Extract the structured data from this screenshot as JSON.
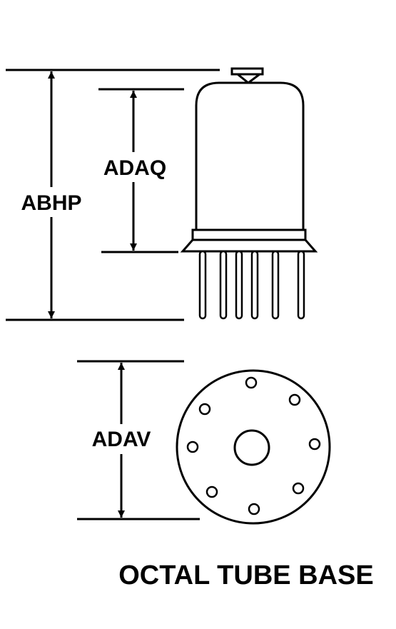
{
  "colors": {
    "ink": "#000000",
    "paper": "#ffffff"
  },
  "dimensions": {
    "overall_height": "ABHP",
    "body_height": "ADAQ",
    "base_diameter": "ADAV"
  },
  "caption": "OCTAL TUBE BASE",
  "base": {
    "pin_hole_count": 8
  },
  "tube": {
    "pin_count": 6
  }
}
